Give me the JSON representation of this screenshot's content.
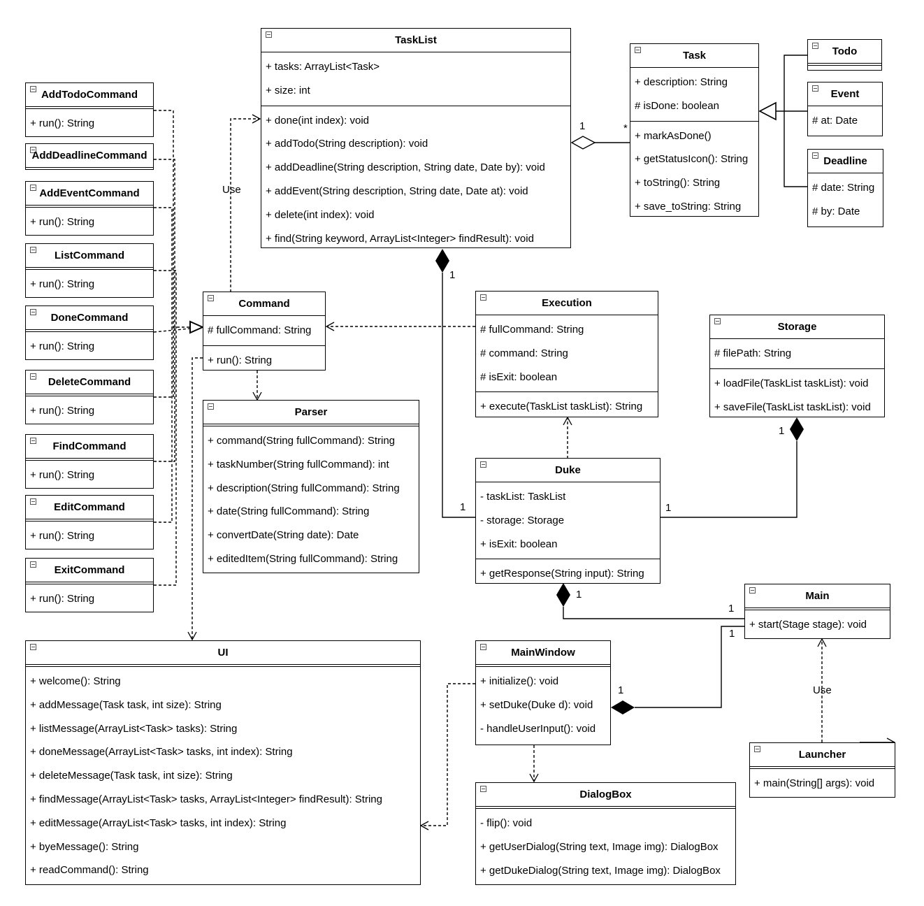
{
  "classes": {
    "tasklist": {
      "name": "TaskList",
      "attributes": [
        "+ tasks: ArrayList<Task>",
        "+ size: int"
      ],
      "operations": [
        "+ done(int index): void",
        "+ addTodo(String description): void",
        "+ addDeadline(String description, String date, Date by): void",
        "+ addEvent(String description, String date, Date at): void",
        "+ delete(int index): void",
        "+ find(String keyword, ArrayList<Integer> findResult): void"
      ]
    },
    "task": {
      "name": "Task",
      "attributes": [
        "+ description: String",
        "# isDone: boolean"
      ],
      "operations": [
        "+ markAsDone()",
        "+ getStatusIcon(): String",
        "+ toString(): String",
        "+ save_toString: String"
      ]
    },
    "todo": {
      "name": "Todo"
    },
    "event": {
      "name": "Event",
      "attributes": [
        "# at: Date"
      ]
    },
    "deadline": {
      "name": "Deadline",
      "attributes": [
        "# date: String",
        "# by: Date"
      ]
    },
    "addtodo": {
      "name": "AddTodoCommand",
      "operations": [
        "+ run(): String"
      ]
    },
    "adddeadline": {
      "name": "AddDeadlineCommand"
    },
    "addevent": {
      "name": "AddEventCommand",
      "operations": [
        "+ run(): String"
      ]
    },
    "list": {
      "name": "ListCommand",
      "operations": [
        "+ run(): String"
      ]
    },
    "done": {
      "name": "DoneCommand",
      "operations": [
        "+ run(): String"
      ]
    },
    "delete": {
      "name": "DeleteCommand",
      "operations": [
        "+ run(): String"
      ]
    },
    "find": {
      "name": "FindCommand",
      "operations": [
        "+ run(): String"
      ]
    },
    "edit": {
      "name": "EditCommand",
      "operations": [
        "+ run(): String"
      ]
    },
    "exit": {
      "name": "ExitCommand",
      "operations": [
        "+ run(): String"
      ]
    },
    "command": {
      "name": "Command",
      "attributes": [
        "# fullCommand: String"
      ],
      "operations": [
        "+ run(): String"
      ]
    },
    "parser": {
      "name": "Parser",
      "operations": [
        "+ command(String fullCommand): String",
        "+ taskNumber(String fullCommand): int",
        "+ description(String fullCommand): String",
        "+ date(String fullCommand): String",
        "+ convertDate(String date): Date",
        "+ editedItem(String fullCommand): String"
      ]
    },
    "execution": {
      "name": "Execution",
      "attributes": [
        "# fullCommand: String",
        "# command: String",
        "# isExit: boolean"
      ],
      "operations": [
        "+ execute(TaskList taskList): String"
      ]
    },
    "storage": {
      "name": "Storage",
      "attributes": [
        "# filePath: String"
      ],
      "operations": [
        "+ loadFile(TaskList taskList): void",
        "+ saveFile(TaskList taskList): void"
      ]
    },
    "duke": {
      "name": "Duke",
      "attributes": [
        "- taskList: TaskList",
        "- storage: Storage",
        "+ isExit: boolean"
      ],
      "operations": [
        "+ getResponse(String input): String"
      ]
    },
    "main": {
      "name": "Main",
      "operations": [
        "+ start(Stage stage): void"
      ]
    },
    "ui": {
      "name": "UI",
      "operations": [
        "+ welcome(): String",
        "+ addMessage(Task task, int size): String",
        "+ listMessage(ArrayList<Task> tasks): String",
        "+ doneMessage(ArrayList<Task> tasks, int index): String",
        "+ deleteMessage(Task task, int size): String",
        "+ findMessage(ArrayList<Task> tasks, ArrayList<Integer> findResult): String",
        "+ editMessage(ArrayList<Task> tasks, int index): String",
        "+ byeMessage(): String",
        "+ readCommand(): String"
      ]
    },
    "mainwindow": {
      "name": "MainWindow",
      "operations": [
        "+ initialize(): void",
        "+ setDuke(Duke d): void",
        "- handleUserInput(): void"
      ]
    },
    "dialogbox": {
      "name": "DialogBox",
      "operations": [
        "- flip(): void",
        "+ getUserDialog(String text, Image img): DialogBox",
        "+ getDukeDialog(String text, Image img): DialogBox"
      ]
    },
    "launcher": {
      "name": "Launcher",
      "operations": [
        "+ main(String[] args): void"
      ]
    }
  },
  "edge_labels": {
    "use_command_tasklist": "Use",
    "use_launcher_main": "Use",
    "tasklist_task_one": "1",
    "tasklist_task_many": "*",
    "tasklist_duke_one_top": "1",
    "tasklist_duke_one_bottom": "1",
    "storage_duke_one_top": "1",
    "storage_duke_one_bottom": "1",
    "duke_main_one_top": "1",
    "duke_main_one_bottom": "1",
    "main_mainwindow_one_top": "1",
    "main_mainwindow_one_bottom": "1"
  }
}
